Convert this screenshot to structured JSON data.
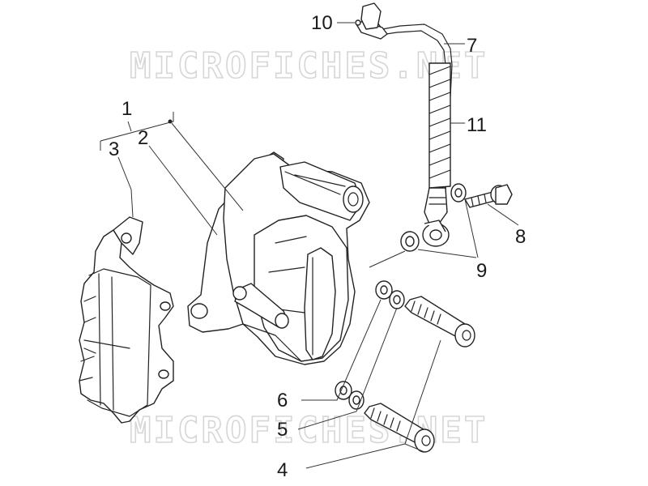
{
  "watermark": {
    "top_text": "MICROFICHES.NET",
    "bottom_text": "MICROFICHES.NET"
  },
  "callouts": {
    "c1": "1",
    "c2": "2",
    "c3": "3",
    "c4": "4",
    "c5": "5",
    "c6": "6",
    "c7": "7",
    "c8": "8",
    "c9": "9",
    "c10": "10",
    "c11": "11"
  },
  "colors": {
    "line": "#222222",
    "watermark": "#d6d6d6",
    "background": "#ffffff"
  }
}
